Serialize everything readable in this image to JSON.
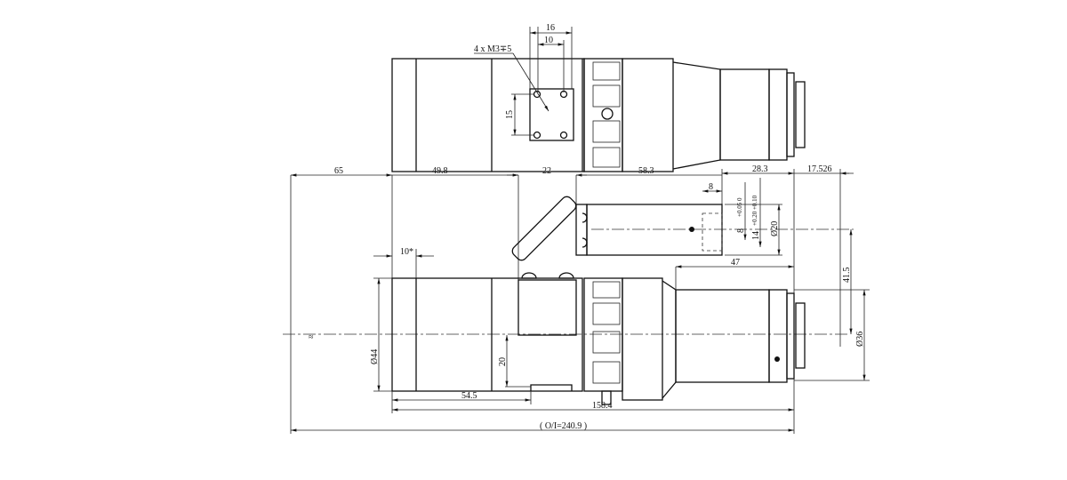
{
  "drawing": {
    "top_view": {
      "thread_label": "4 x M3∓5",
      "dim_16": "16",
      "dim_10": "10",
      "dim_15": "15"
    },
    "dims": {
      "d65": "65",
      "d49_8": "49.8",
      "d22": "22",
      "d58_3": "58.3",
      "d28_3": "28.3",
      "d17_526": "17.526",
      "d8": "8",
      "tol_8": "+0.05 0",
      "tol_14": "+0.20 +0.10",
      "d8b": "8",
      "d14": "14",
      "phi20": "Ø20",
      "d47": "47",
      "d41_5": "41.5",
      "phi36": "Ø36",
      "d10s": "10*",
      "phi44": "Ø44",
      "d20": "20",
      "d54_5": "54.5",
      "d158_4": "158.4",
      "oi": "( O/I=240.9 )",
      "break": "≈"
    }
  }
}
